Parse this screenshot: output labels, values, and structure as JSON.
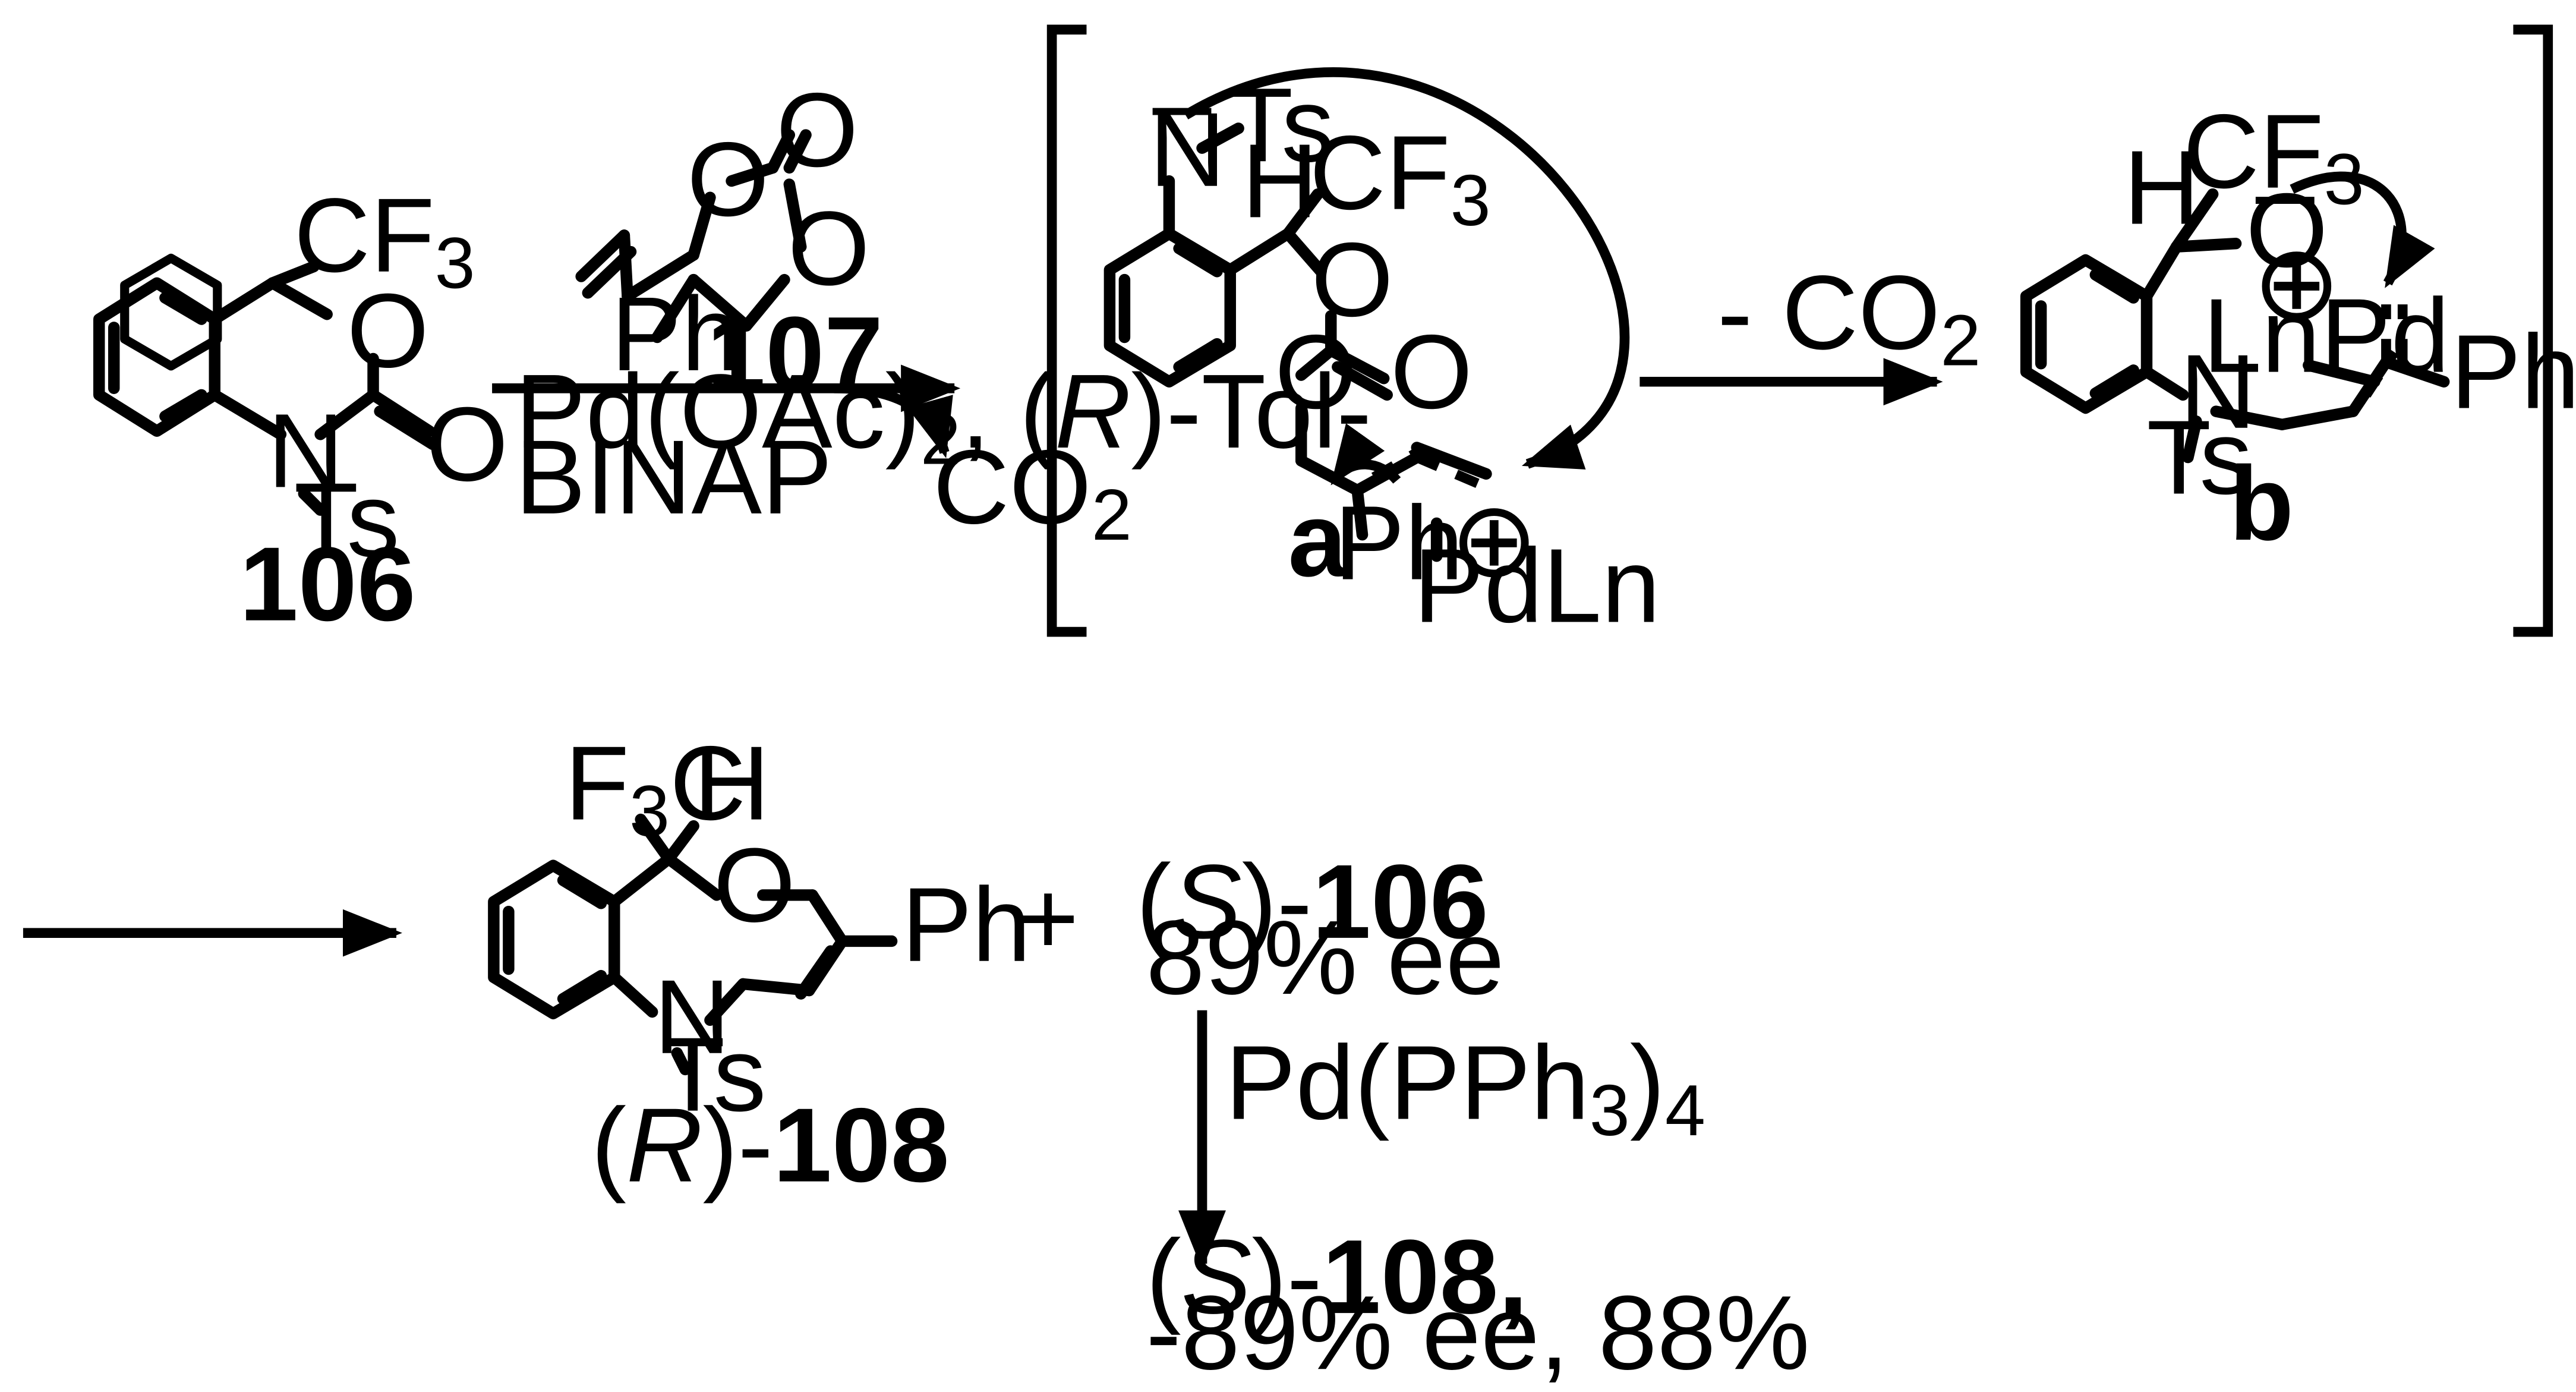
{
  "compounds": {
    "start": {
      "id": "106",
      "cf3": "CF",
      "cf3_sub": "3",
      "o_ring": "O",
      "o_carbonyl": "O",
      "n": "N",
      "ts": "Ts"
    },
    "reagent": {
      "id": "107",
      "ph": "Ph",
      "o1": "O",
      "o2": "O",
      "o3": "O"
    },
    "inter_a": {
      "id": "a",
      "n_charge": "–",
      "n": "N",
      "ts": "Ts",
      "h": "H",
      "cf3": "CF",
      "cf3_sub": "3",
      "o1": "O",
      "o2": "O",
      "o3": "O",
      "ph": "Ph",
      "pd": "PdLn",
      "plus": "⊕"
    },
    "inter_b": {
      "id": "b",
      "h": "H",
      "cf3": "CF",
      "cf3_sub": "3",
      "o": "O",
      "o_charge": "–",
      "plus": "⊕",
      "pd": "LnPd",
      "ph": "Ph",
      "n": "N",
      "ts": "Ts"
    },
    "product": {
      "prefix": "(",
      "config": "R",
      "suffix": ")-",
      "id": "108",
      "f3": "F",
      "f3_sub": "3",
      "c": "C",
      "h": "H",
      "o": "O",
      "ph": "Ph",
      "n": "N",
      "ts": "Ts"
    }
  },
  "conditions": {
    "step1_line1": "Pd(OAc)",
    "step1_line1_sub": "2",
    "step1_line1_rest": ", (",
    "step1_config": "R",
    "step1_line1_end": ")-Tol-",
    "step1_line2": "BINAP",
    "byproduct1": "CO",
    "byproduct1_sub": "2",
    "step2": "- CO",
    "step2_sub": "2",
    "step3_pre": "Pd(PPh",
    "step3_sub1": "3",
    "step3_mid": ")",
    "step3_sub2": "4"
  },
  "side": {
    "plus": "+",
    "s106_prefix": "(",
    "s106_config": "S",
    "s106_suffix": ")-",
    "s106_id": "106",
    "s106_ee": "89% ee",
    "s108_prefix": "(",
    "s108_config": "S",
    "s108_suffix": ")-",
    "s108_id": "108,",
    "s108_line2": "-89% ee, 88%"
  }
}
